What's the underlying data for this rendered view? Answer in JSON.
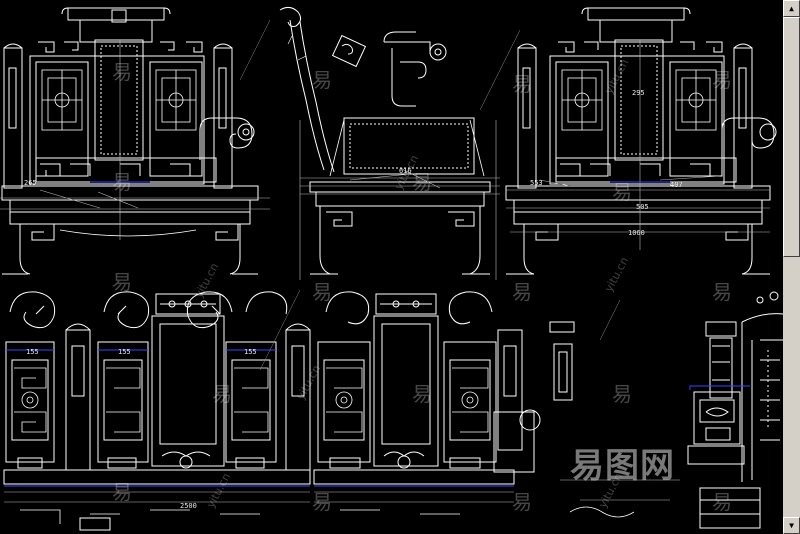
{
  "colors": {
    "background": "#000000",
    "lines": "#ffffff",
    "accent": "#4040ff",
    "scrollbar": "#d4d0c8"
  },
  "dimensions": {
    "d616": "616",
    "d407": "407",
    "d505": "505",
    "d1060": "1060",
    "d295": "295",
    "d155a": "155",
    "d155b": "155",
    "d155c": "155",
    "d2500": "2500",
    "d553": "553",
    "d265": "265"
  },
  "watermark": {
    "char": "易",
    "logo": "易图网",
    "url": "yitu.cn"
  },
  "scrollbar": {
    "up_icon": "triangle-up-icon",
    "down_icon": "triangle-down-icon"
  }
}
